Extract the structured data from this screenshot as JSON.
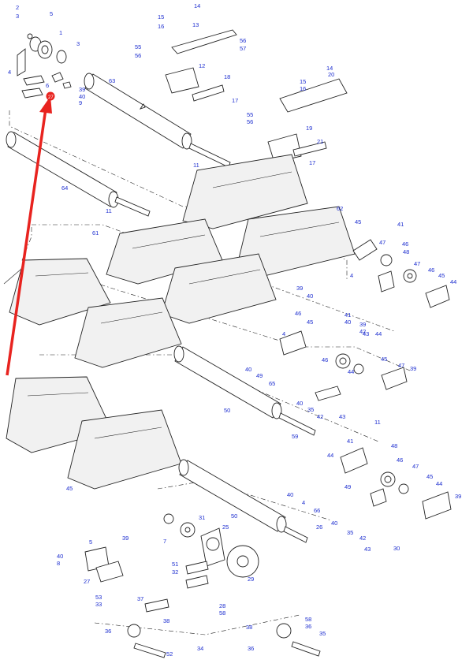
{
  "diagram": {
    "callouts": [
      "2",
      "3",
      "5",
      "1",
      "3",
      "4",
      "6",
      "27",
      "39",
      "40",
      "9",
      "15",
      "16",
      "14",
      "13",
      "55",
      "56",
      "56",
      "57",
      "12",
      "18",
      "17",
      "63",
      "14",
      "20",
      "15",
      "16",
      "55",
      "56",
      "19",
      "21",
      "17",
      "11",
      "64",
      "11",
      "62",
      "61",
      "45",
      "41",
      "47",
      "46",
      "48",
      "47",
      "46",
      "45",
      "44",
      "39",
      "40",
      "4",
      "46",
      "45",
      "41",
      "40",
      "39",
      "42",
      "43",
      "44",
      "4",
      "46",
      "45",
      "47",
      "44",
      "39",
      "40",
      "49",
      "65",
      "50",
      "40",
      "35",
      "42",
      "43",
      "11",
      "59",
      "45",
      "41",
      "48",
      "46",
      "47",
      "45",
      "44",
      "44",
      "39",
      "40",
      "4",
      "49",
      "66",
      "50",
      "40",
      "35",
      "42",
      "43",
      "30",
      "26",
      "31",
      "25",
      "7",
      "5",
      "39",
      "40",
      "8",
      "27",
      "51",
      "32",
      "29",
      "28",
      "58",
      "53",
      "33",
      "37",
      "38",
      "36",
      "52",
      "38",
      "58",
      "36",
      "35",
      "34",
      "36"
    ],
    "highlight_marker": "27"
  }
}
